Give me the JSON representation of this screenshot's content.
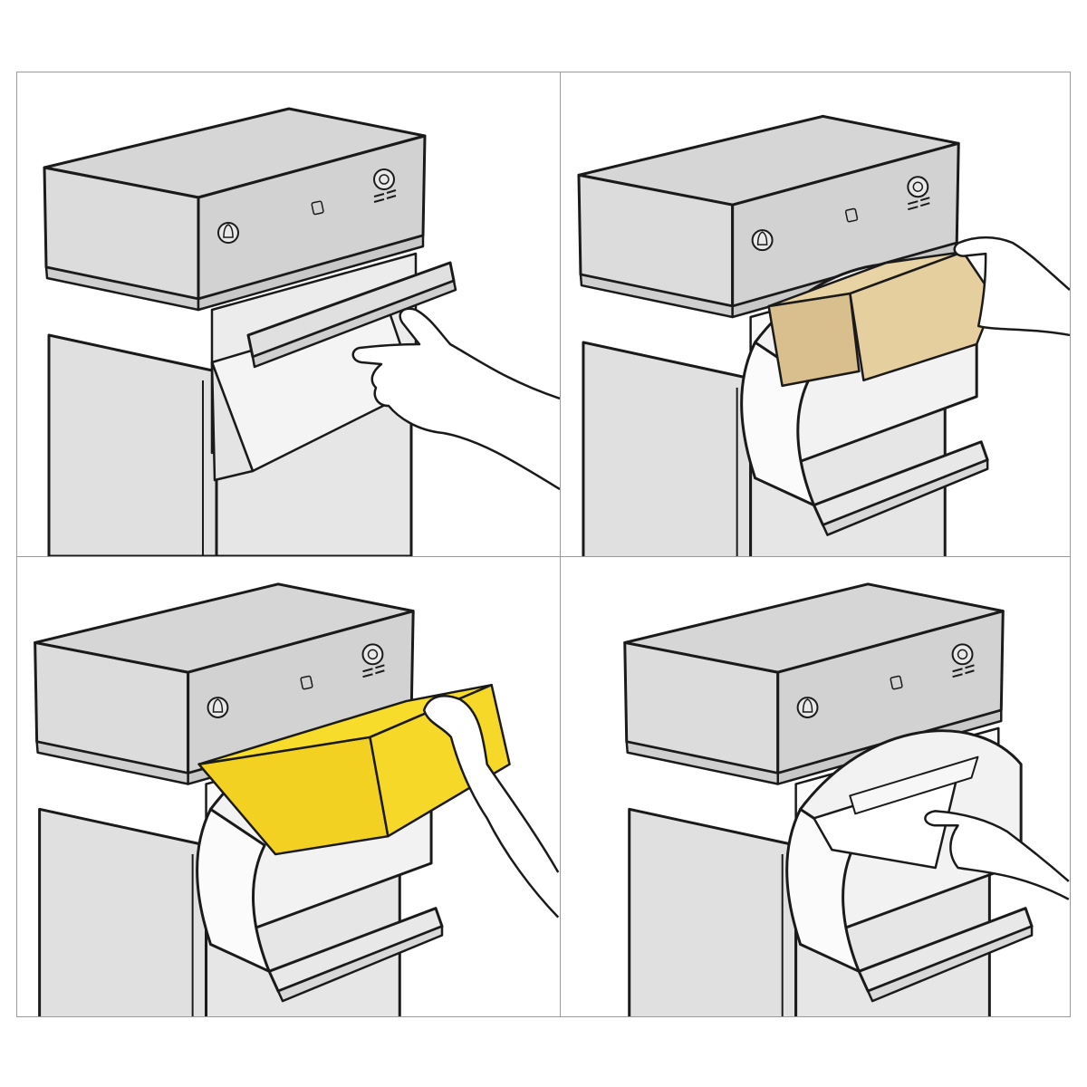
{
  "illustration": {
    "panels": [
      {
        "id": "panel-1",
        "item": "flap-handle",
        "item_color": "#e0e0e0"
      },
      {
        "id": "panel-2",
        "item": "parcel-box",
        "item_color": "#e8d3a4"
      },
      {
        "id": "panel-3",
        "item": "parcel-box",
        "item_color": "#f8dc2c"
      },
      {
        "id": "panel-4",
        "item": "envelope",
        "item_color": "#ffffff"
      }
    ],
    "colors": {
      "body": "#e2e2e2",
      "top": "#d5d5d5",
      "panel": "#d9d9d9",
      "bin": "#f4f4f4",
      "outline": "#1a1a1a",
      "frame": "#9a9a9a"
    }
  }
}
